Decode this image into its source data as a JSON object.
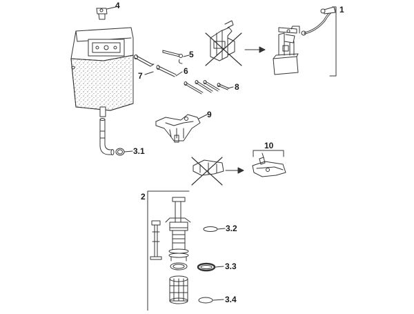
{
  "labels": {
    "part_1": "1",
    "part_2": "2",
    "part_3_1": "3.1",
    "part_3_2": "3.2",
    "part_3_3": "3.3",
    "part_3_4": "3.4",
    "part_4": "4",
    "part_5": "5",
    "part_6": "6",
    "part_7": "7",
    "part_8": "8",
    "part_9": "9",
    "part_10": "10"
  },
  "colors": {
    "line": "#333333",
    "stipple": "#555555",
    "paper": "#ffffff"
  }
}
